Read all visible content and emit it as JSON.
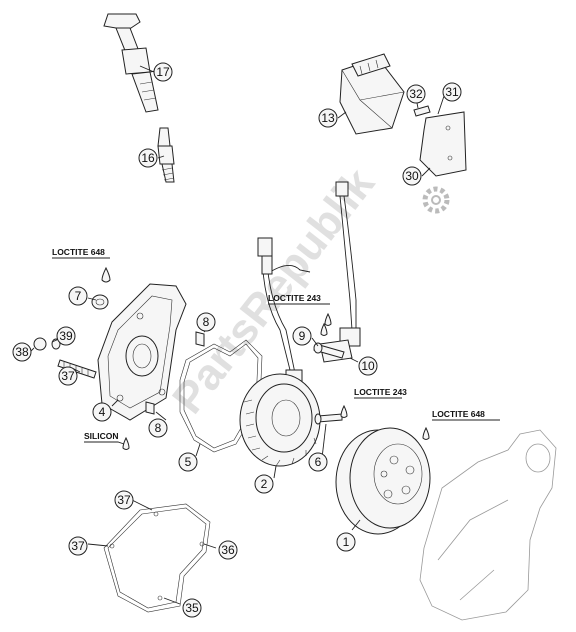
{
  "watermark": {
    "text": "PartsRepublik"
  },
  "callouts": [
    {
      "key": "c17",
      "number": "17"
    },
    {
      "key": "c16",
      "number": "16"
    },
    {
      "key": "c13",
      "number": "13"
    },
    {
      "key": "c32",
      "number": "32"
    },
    {
      "key": "c31",
      "number": "31"
    },
    {
      "key": "c30",
      "number": "30"
    },
    {
      "key": "c7",
      "number": "7"
    },
    {
      "key": "c39",
      "number": "39"
    },
    {
      "key": "c38",
      "number": "38"
    },
    {
      "key": "c37a",
      "number": "37"
    },
    {
      "key": "c4",
      "number": "4"
    },
    {
      "key": "c8a",
      "number": "8"
    },
    {
      "key": "c8b",
      "number": "8"
    },
    {
      "key": "c5",
      "number": "5"
    },
    {
      "key": "c2",
      "number": "2"
    },
    {
      "key": "c9",
      "number": "9"
    },
    {
      "key": "c10",
      "number": "10"
    },
    {
      "key": "c6",
      "number": "6"
    },
    {
      "key": "c1",
      "number": "1"
    },
    {
      "key": "c37b",
      "number": "37"
    },
    {
      "key": "c37c",
      "number": "37"
    },
    {
      "key": "c36",
      "number": "36"
    },
    {
      "key": "c35",
      "number": "35"
    }
  ],
  "labels": {
    "loctite648_left": "LOCTITE 648",
    "loctite243_center": "LOCTITE 243",
    "loctite243_right": "LOCTITE 243",
    "loctite648_right": "LOCTITE 648",
    "silicon": "SILICON"
  }
}
